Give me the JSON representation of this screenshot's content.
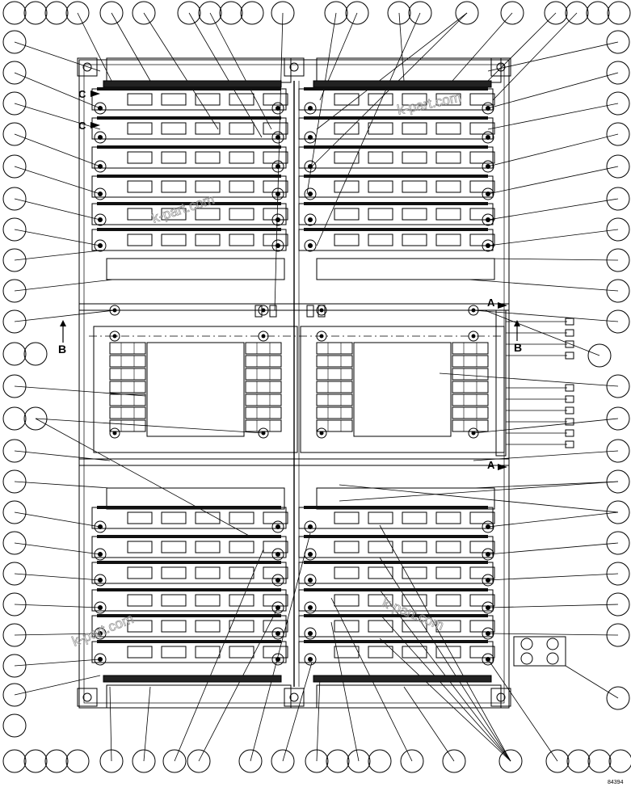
{
  "section_labels": {
    "a_top": "A",
    "a_bottom": "A",
    "b_left": "B",
    "b_right": "B",
    "c_upper": "C",
    "c_lower": "C"
  },
  "watermarks": [
    "k-part.com",
    "k-part.com",
    "k-part.com",
    "k-part.com"
  ],
  "drawing_number": "84394"
}
